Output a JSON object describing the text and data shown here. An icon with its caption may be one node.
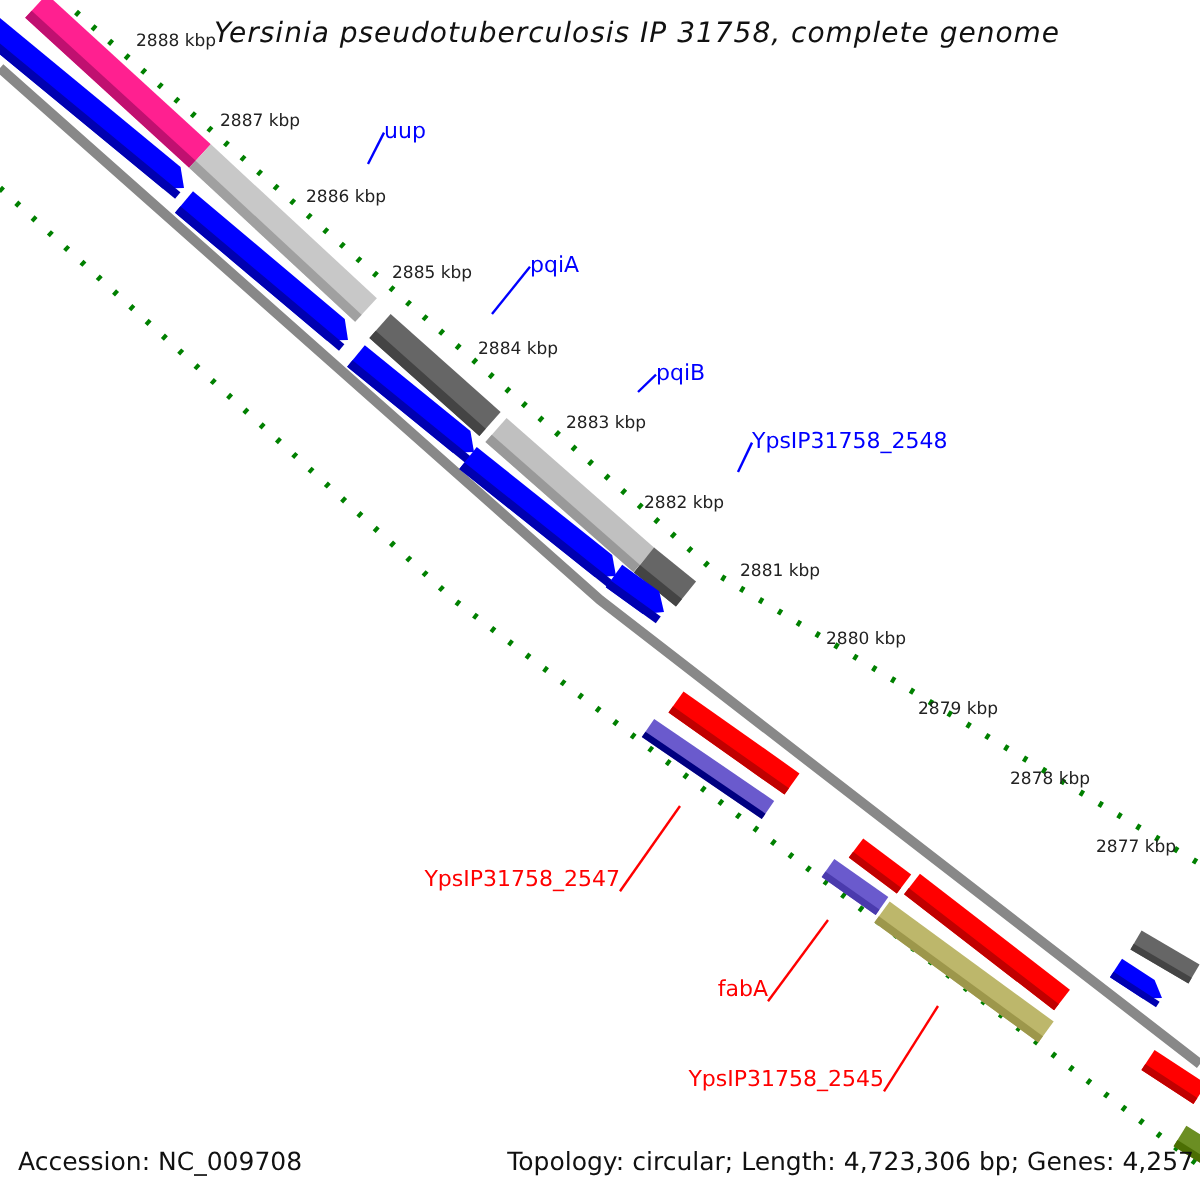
{
  "diagram": {
    "title": "Yersinia pseudotuberculosis IP 31758, complete genome",
    "nodes": [
      {
        "text": [
          "uup"
        ]
      },
      {
        "text": [
          "pqiA"
        ]
      },
      {
        "text": [
          "pqiB"
        ]
      },
      {
        "text": [
          "YpsIP31758_2548"
        ]
      },
      {
        "text": [
          "YpsIP31758_2547"
        ]
      },
      {
        "text": [
          "fabA"
        ]
      },
      {
        "text": [
          "YpsIP31758_2545"
        ]
      }
    ],
    "edges": [
      {
        "from": 0,
        "to": null,
        "arrow": "none"
      },
      {
        "from": 1,
        "to": null,
        "arrow": "none"
      },
      {
        "from": 2,
        "to": null,
        "arrow": "none"
      },
      {
        "from": 3,
        "to": null,
        "arrow": "none"
      },
      {
        "from": 4,
        "to": null,
        "arrow": "none",
        "color": "#ff0000"
      },
      {
        "from": 5,
        "to": null,
        "arrow": "none",
        "color": "#ff0000"
      },
      {
        "from": 6,
        "to": null,
        "arrow": "none",
        "color": "#ff0000"
      }
    ],
    "labels": [
      "2888 kbp",
      "2887 kbp",
      "2886 kbp",
      "2885 kbp",
      "2884 kbp",
      "2883 kbp",
      "2882 kbp",
      "2881 kbp",
      "2880 kbp",
      "2879 kbp",
      "2878 kbp",
      "2877 kbp",
      "Accession: NC_009708",
      "Topology: circular; Length: 4,723,306 bp; Genes: 4,257"
    ]
  }
}
